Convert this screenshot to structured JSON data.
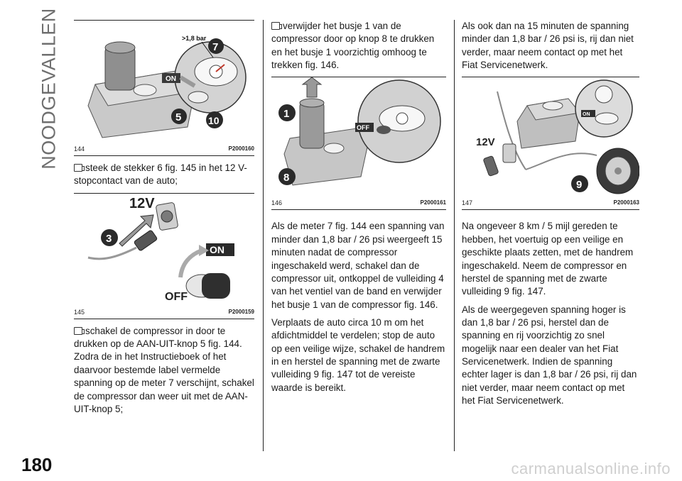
{
  "section_title": "NOODGEVALLEN",
  "page_number": "180",
  "watermark": "carmanualsonline.info",
  "figures": {
    "fig144": {
      "number": "144",
      "code": "P2000160",
      "callouts": {
        "pressure": ">1,8 bar",
        "on": "ON",
        "n7": "7",
        "n5": "5",
        "n10": "10"
      }
    },
    "fig145": {
      "number": "145",
      "code": "P2000159",
      "callouts": {
        "volt": "12V",
        "n3": "3",
        "on": "ON",
        "off": "OFF"
      }
    },
    "fig146": {
      "number": "146",
      "code": "P2000161",
      "callouts": {
        "n1": "1",
        "n8": "8",
        "off": "OFF"
      }
    },
    "fig147": {
      "number": "147",
      "code": "P2000163",
      "callouts": {
        "volt": "12V",
        "n9": "9",
        "on": "ON"
      }
    }
  },
  "col1": {
    "p1": "steek de stekker 6 fig. 145 in het 12 V-stopcontact van de auto;",
    "p2": "schakel de compressor in door te drukken op de AAN-UIT-knop 5 fig. 144. Zodra de in het Instructieboek of het daarvoor bestemde label vermelde spanning op de meter 7 verschijnt, schakel de compressor dan weer uit met de AAN-UIT-knop 5;"
  },
  "col2": {
    "p1": "verwijder het busje 1 van de compressor door op knop 8 te drukken en het busje 1 voorzichtig omhoog te trekken fig. 146.",
    "p2": "Als de meter 7 fig. 144 een spanning van minder dan 1,8 bar / 26 psi weergeeft 15 minuten nadat de compressor ingeschakeld werd, schakel dan de compressor uit, ontkoppel de vulleiding 4 van het ventiel van de band en verwijder het busje 1 van de compressor fig. 146.",
    "p3": "Verplaats de auto circa 10 m om het afdichtmiddel te verdelen; stop de auto op een veilige wijze, schakel de handrem in en herstel de spanning met de zwarte vulleiding 9 fig. 147 tot de vereiste waarde is bereikt."
  },
  "col3": {
    "p1": "Als ook dan na 15 minuten de spanning minder dan 1,8 bar / 26 psi is, rij dan niet verder, maar neem contact op met het Fiat Servicenetwerk.",
    "p2": "Na ongeveer 8 km / 5 mijl gereden te hebben, het voertuig op een veilige en geschikte plaats zetten, met de handrem ingeschakeld. Neem de compressor en herstel de spanning met de zwarte vulleiding 9 fig. 147.",
    "p3": "Als de weergegeven spanning hoger is dan 1,8 bar / 26 psi, herstel dan de spanning en rij voorzichtig zo snel mogelijk naar een dealer van het Fiat Servicenetwerk. Indien de spanning echter lager is dan 1,8 bar / 26 psi, rij dan niet verder, maar neem contact op met het Fiat Servicenetwerk."
  }
}
